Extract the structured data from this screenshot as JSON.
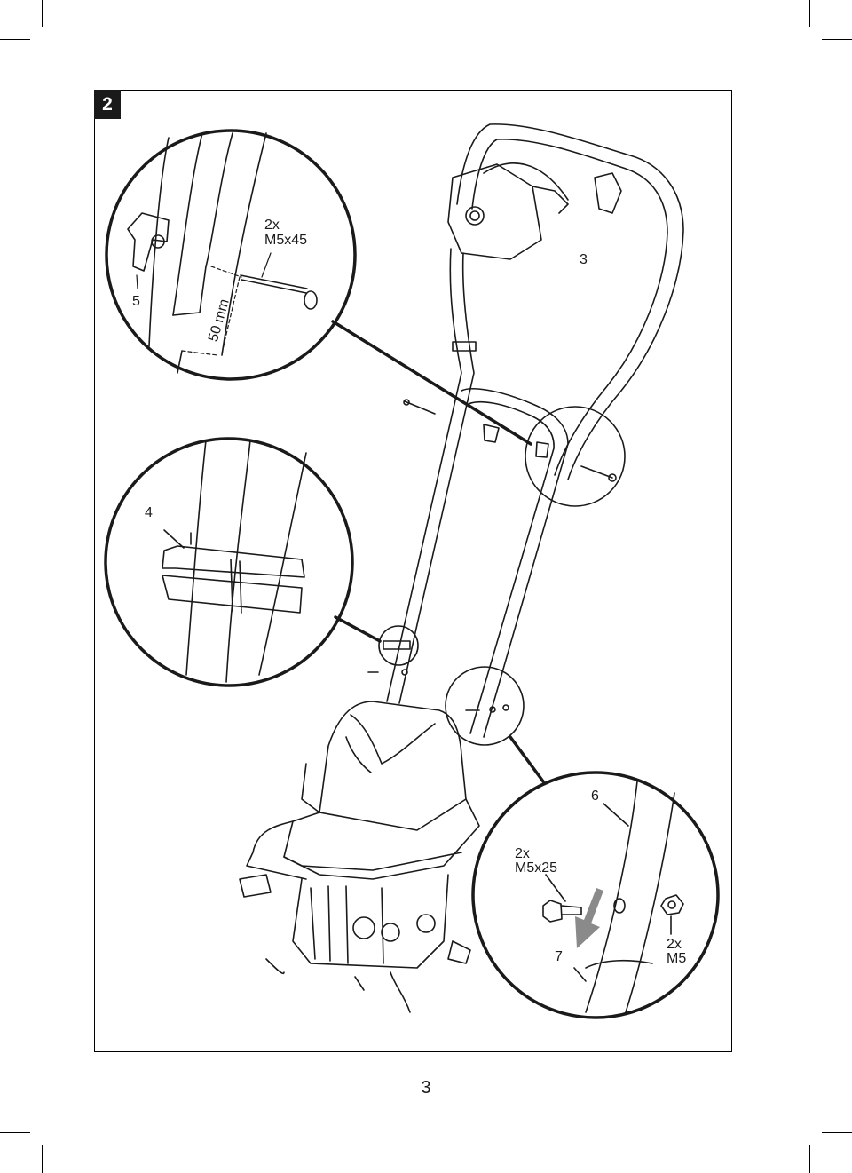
{
  "figure_number": "2",
  "page_number": "3",
  "callouts": {
    "bolt_top_qty": "2x",
    "bolt_top_size": "M5x45",
    "dimension": "50 mm",
    "part_5": "5",
    "part_3": "3",
    "part_4": "4",
    "part_6": "6",
    "part_7": "7",
    "bolt_bottom_qty": "2x",
    "bolt_bottom_size": "M5x25",
    "nut_qty": "2x",
    "nut_size": "M5"
  },
  "colors": {
    "ink": "#1a1a1a",
    "arrow": "#8a8a8a",
    "badge": "#1a1a1a"
  }
}
